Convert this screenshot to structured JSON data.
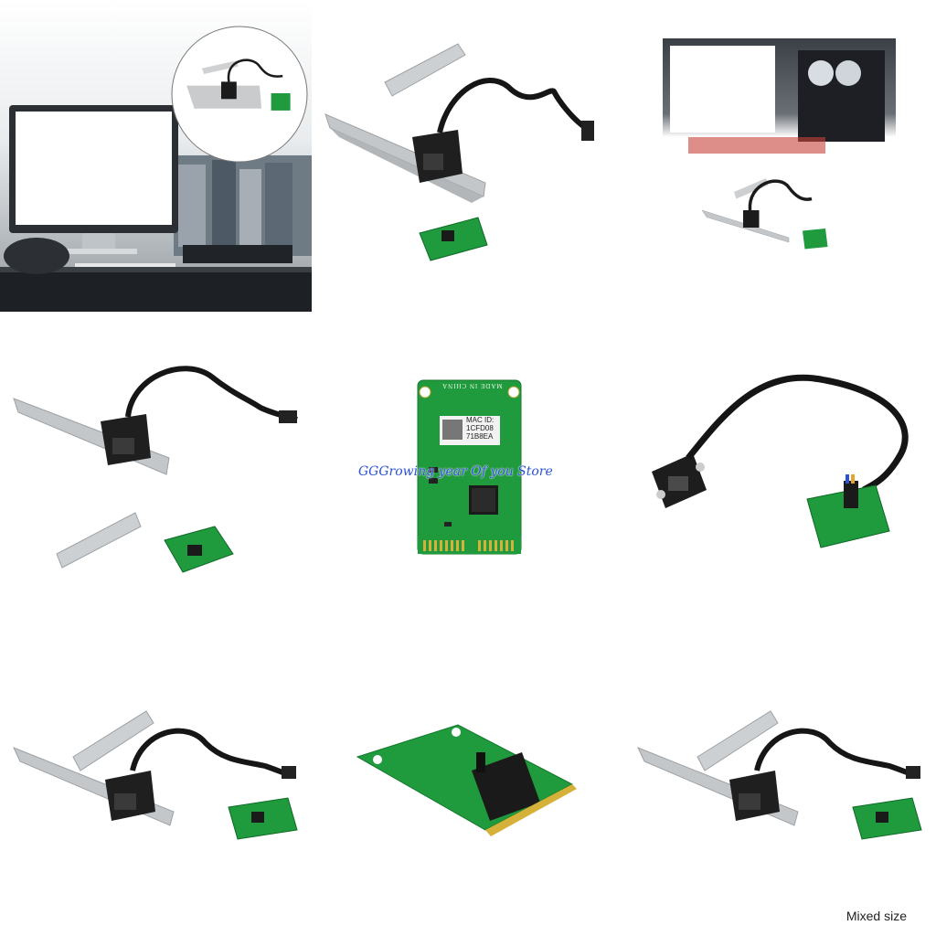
{
  "watermark": "GGGrowing year Of you Store",
  "size_caption": "Mixed size",
  "pcb": {
    "silkscreen": "MADE IN CHINA",
    "mac_line1": "MAC ID:",
    "mac_line2": "1CFD08",
    "mac_line3": "71B8EA"
  },
  "colors": {
    "pcb_green": "#1f9a3c",
    "bracket_silver": "#c9cbcd",
    "cable_black": "#1b1b1b",
    "accent_blue": "#2a52d6"
  }
}
